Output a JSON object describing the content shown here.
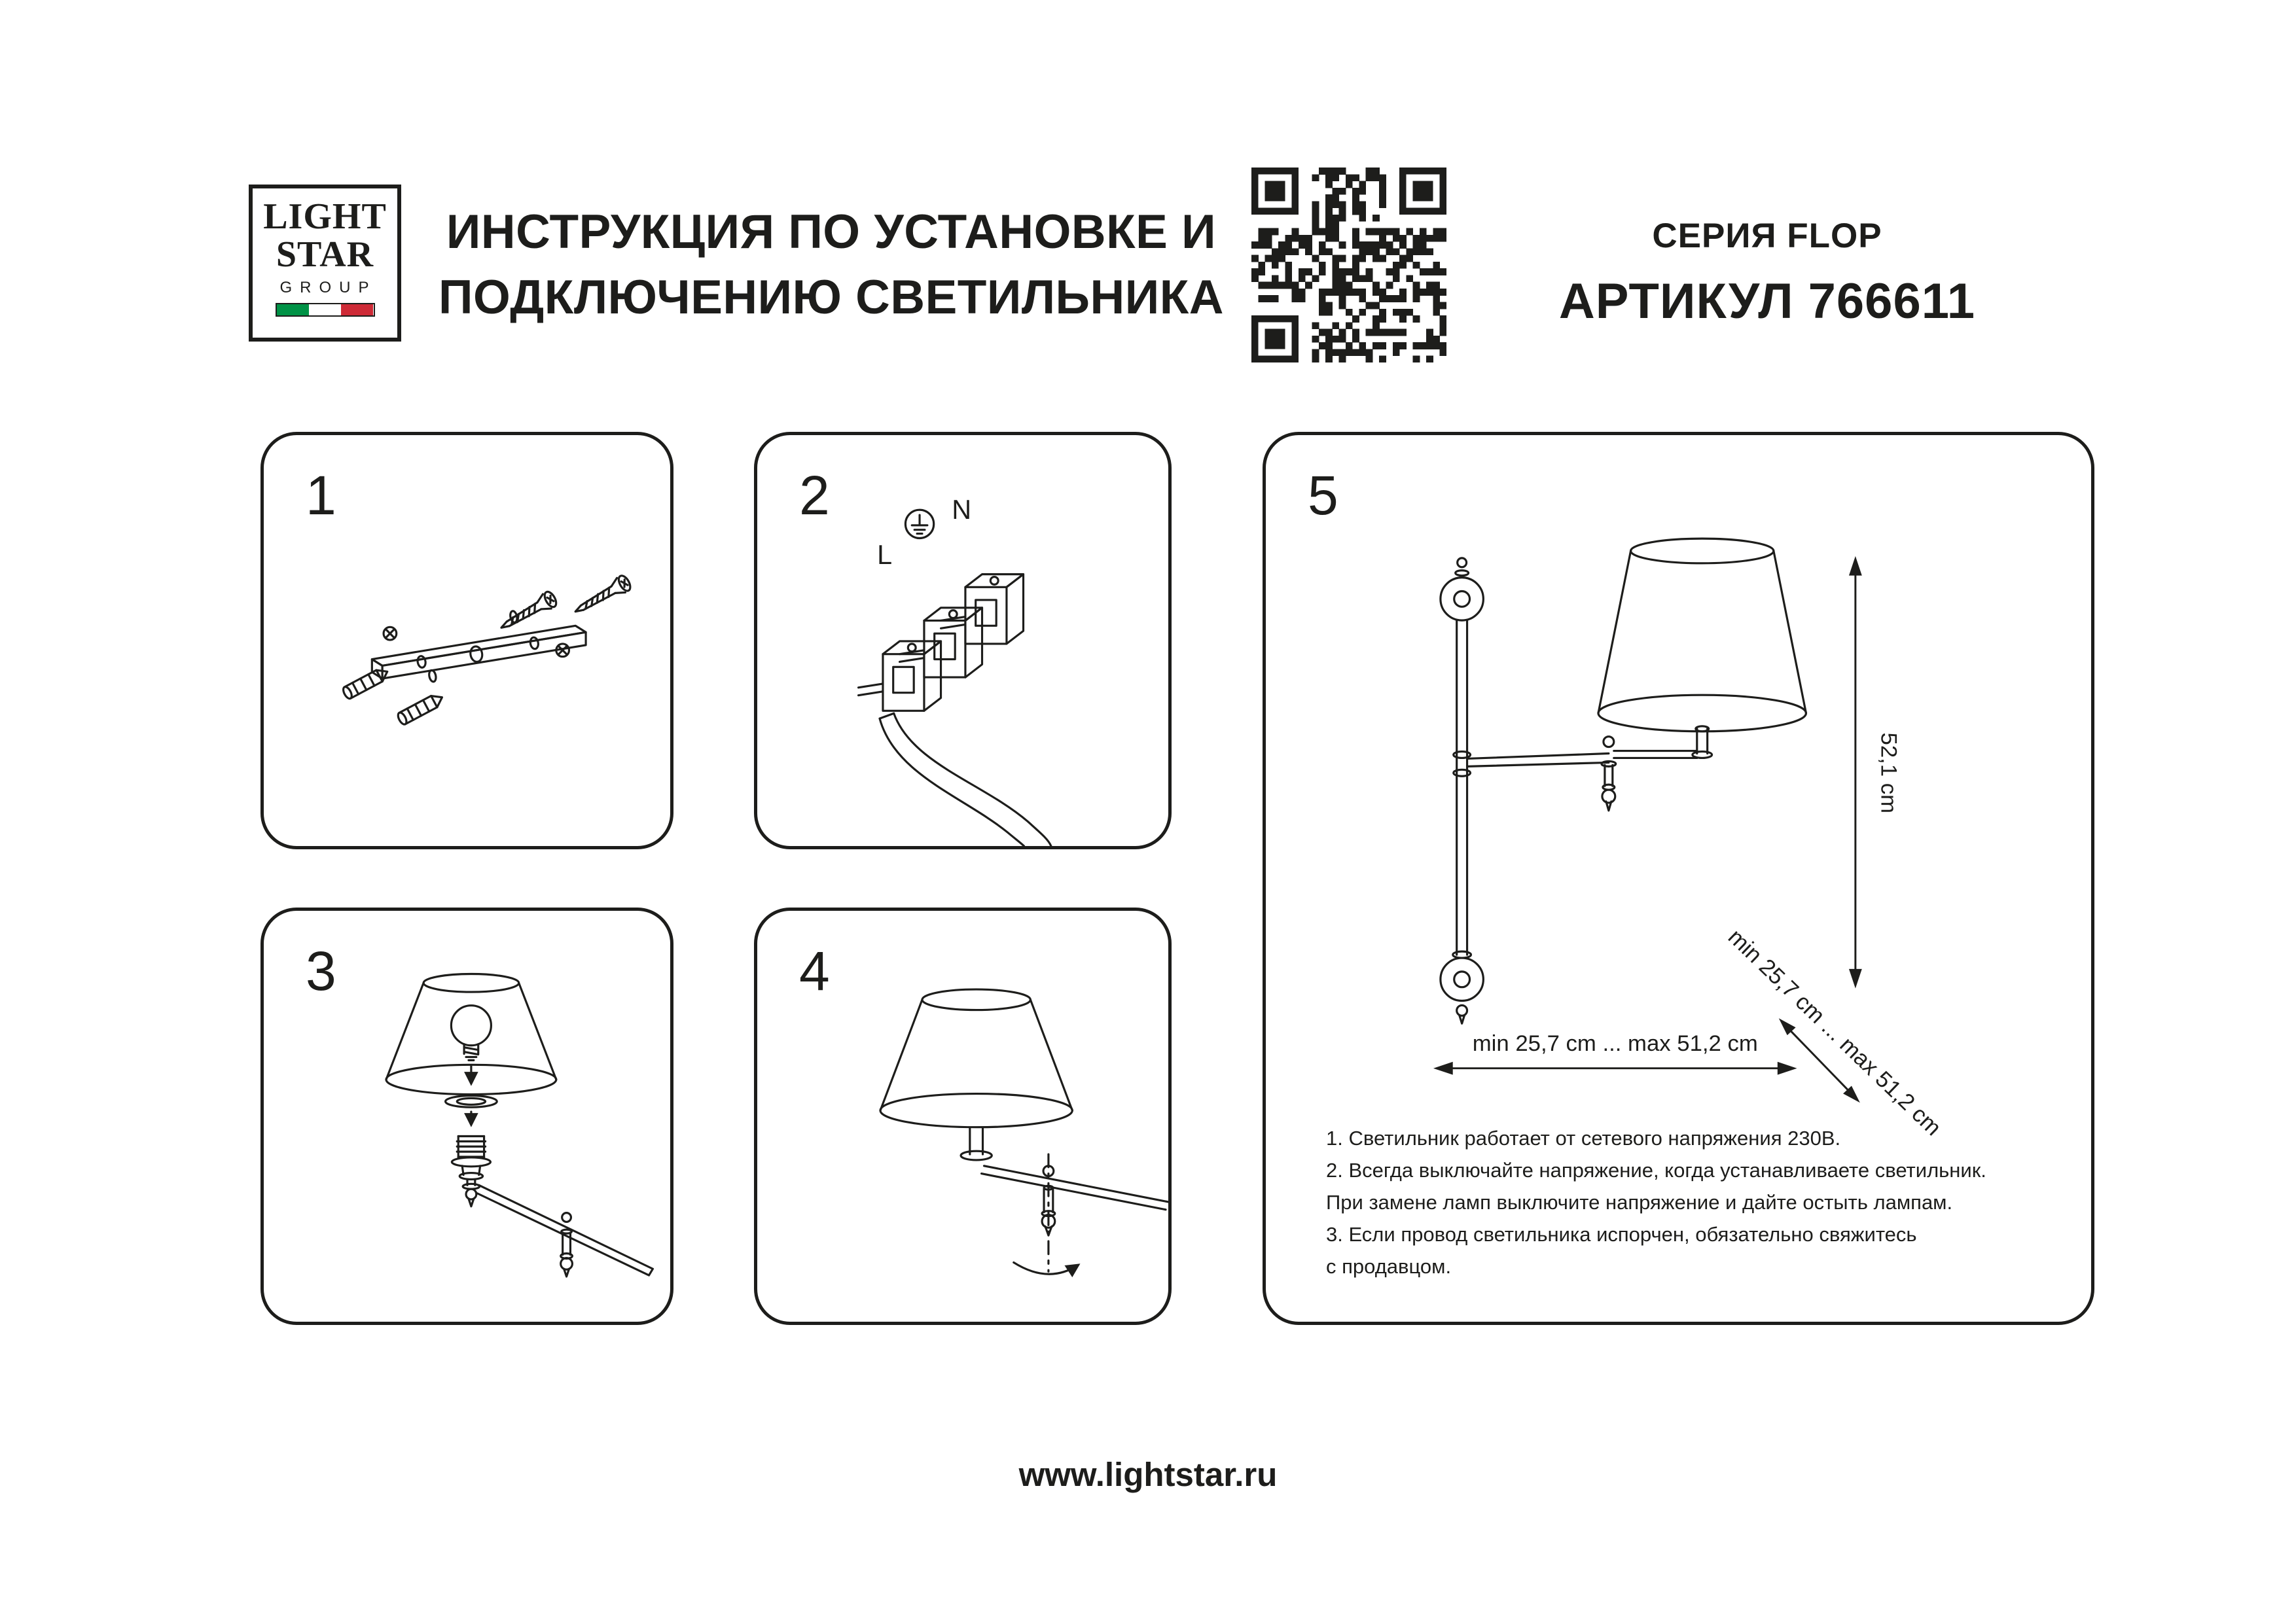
{
  "logo": {
    "light": "LIGHT",
    "star": "STAR",
    "group": "GROUP"
  },
  "header": {
    "title_line1": "ИНСТРУКЦИЯ ПО УСТАНОВКЕ И",
    "title_line2": "ПОДКЛЮЧЕНИЮ СВЕТИЛЬНИКА",
    "series": "СЕРИЯ FLOP",
    "article": "АРТИКУЛ 766611"
  },
  "panels": {
    "p1": {
      "number": "1"
    },
    "p2": {
      "number": "2",
      "label_n": "N",
      "label_l": "L"
    },
    "p3": {
      "number": "3"
    },
    "p4": {
      "number": "4"
    },
    "p5": {
      "number": "5",
      "dim_height": "52,1 cm",
      "dim_width": "min 25,7 cm ... max 51,2 cm",
      "dim_diagonal": "min 25,7 cm ... max 51,2 cm",
      "notes": [
        "1. Светильник работает от сетевого напряжения 230В.",
        "2. Всегда выключайте напряжение, когда устанавливаете светильник.",
        "При замене ламп выключите напряжение и дайте остыть лампам.",
        "3. Если провод светильника испорчен, обязательно свяжитесь",
        "с продавцом."
      ]
    }
  },
  "footer": {
    "website": "www.lightstar.ru"
  },
  "colors": {
    "ink": "#1d1d1b",
    "flag_green": "#009246",
    "flag_red": "#ce2b37"
  }
}
